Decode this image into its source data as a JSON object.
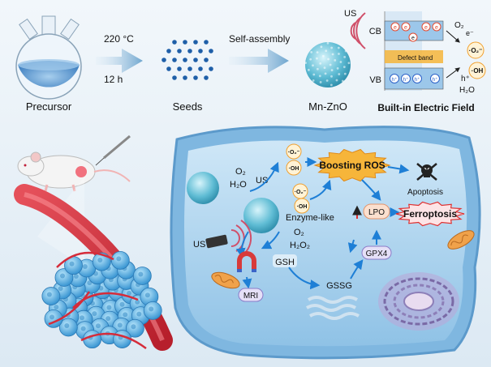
{
  "synthesis": {
    "precursor": "Precursor",
    "temperature": "220 °C",
    "time": "12 h",
    "seeds": "Seeds",
    "self_assembly": "Self-assembly",
    "product": "Mn-ZnO"
  },
  "band": {
    "us": "US",
    "cb": "CB",
    "vb": "VB",
    "defect": "Defect band",
    "e_symbol": "e",
    "h_symbol": "h⁺",
    "o2": "O₂",
    "e_minus": "e⁻",
    "superoxide": "·O₂⁻",
    "h_plus": "h⁺",
    "h2o": "H₂O",
    "oh": "·OH",
    "caption": "Built-in Electric Field"
  },
  "cell": {
    "o2": "O₂",
    "h2o": "H₂O",
    "us": "US",
    "superoxide": "·O₂⁻",
    "oh": "·OH",
    "boosting_ros": "Boosting ROS",
    "apoptosis": "Apoptosis",
    "enzyme_like": "Enzyme-like",
    "o2_b": "O₂",
    "h2o2": "H₂O₂",
    "us_probe": "US",
    "gsh": "GSH",
    "gssg": "GSSG",
    "gpx4": "GPX4",
    "lpo": "LPO",
    "ferroptosis": "Ferroptosis",
    "mri": "MRI"
  },
  "colors": {
    "nanoparticle": "#2aa3bf",
    "arrow": "#1e7fd6",
    "ferroptosis": "#e03030",
    "ros_burst": "#f6b53a",
    "electron": "#e24a2f",
    "hole": "#2d62c9"
  }
}
